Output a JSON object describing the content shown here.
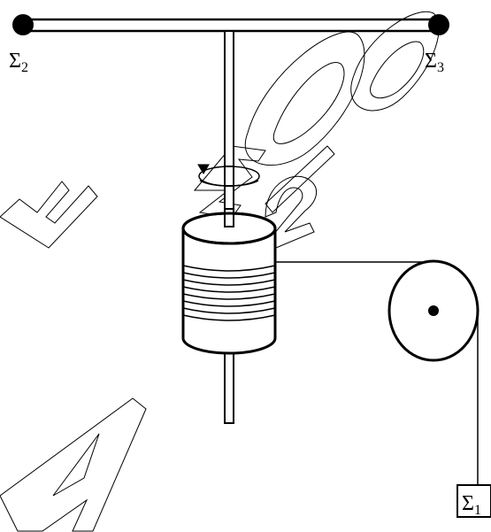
{
  "labels": {
    "mass_left": {
      "symbol": "Σ",
      "sub": "2"
    },
    "mass_right": {
      "symbol": "Σ",
      "sub": "3"
    },
    "hanging_body": {
      "symbol": "Σ",
      "sub": "1"
    }
  },
  "watermark": {
    "text": "ΤΑΣΟΣ 2000"
  },
  "colors": {
    "ink": "#000000",
    "watermark": "#000000",
    "background": "#ffffff"
  }
}
